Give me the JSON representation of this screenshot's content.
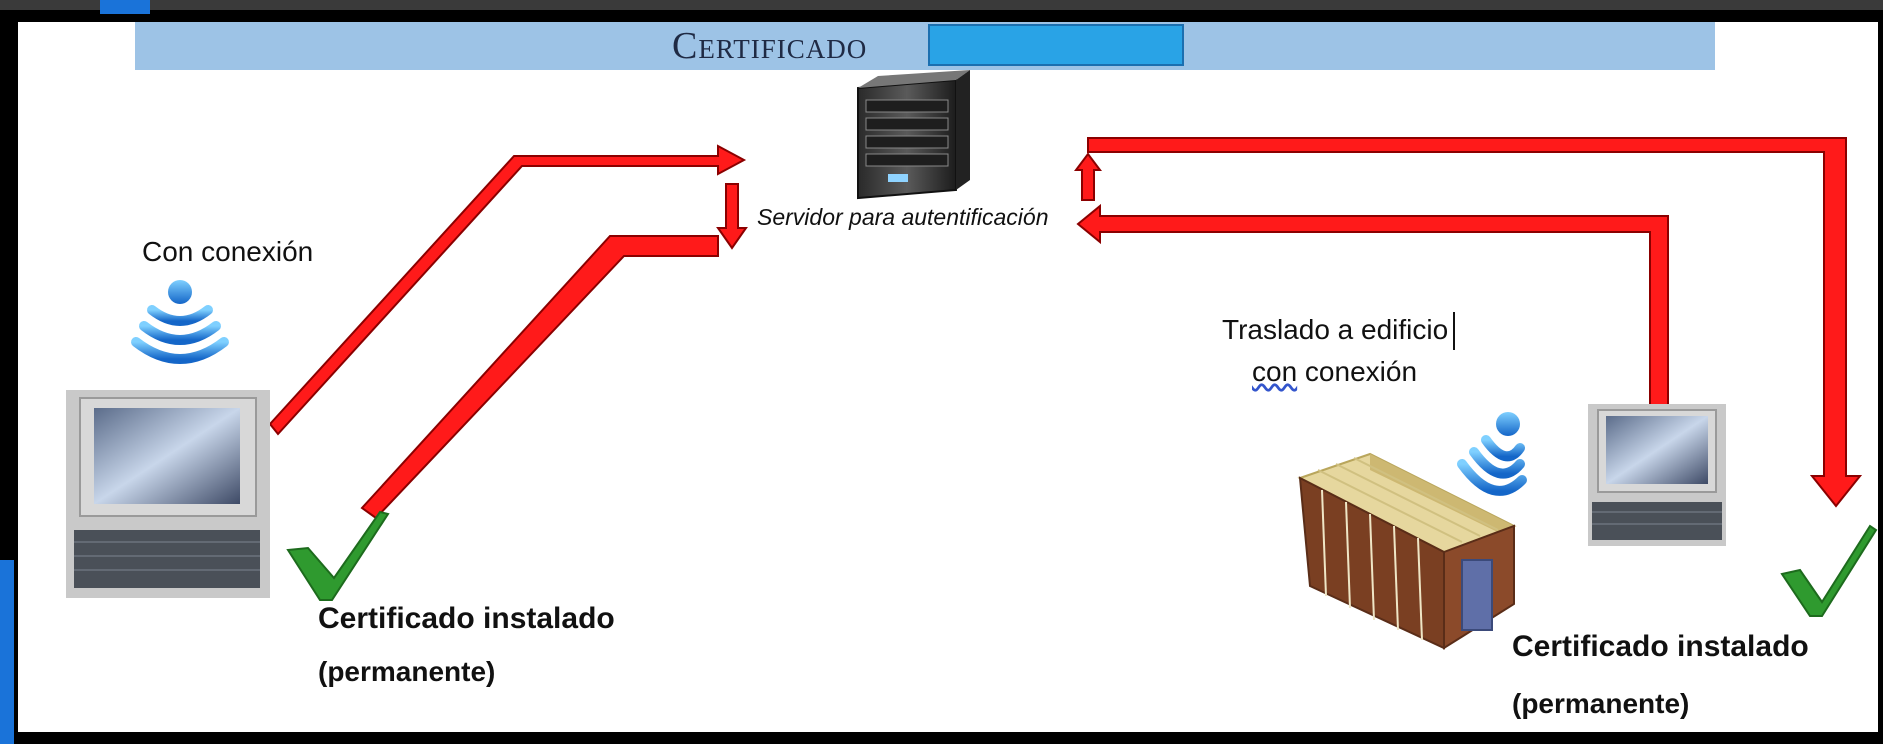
{
  "title": {
    "text": "Certificado"
  },
  "server": {
    "label": "Servidor para autentificación",
    "icon": "server-icon"
  },
  "left": {
    "connection_label": "Con conexión",
    "cert_line1": "Certificado instalado",
    "cert_line2": "(permanente)",
    "icons": [
      "wifi-icon",
      "laptop-icon",
      "checkmark-icon"
    ]
  },
  "right": {
    "move_label_line1": "Traslado a edificio",
    "move_label_line2_a": "con",
    "move_label_line2_b": " conexión",
    "cert_line1": "Certificado instalado",
    "cert_line2": "(permanente)",
    "icons": [
      "building-icon",
      "wifi-icon",
      "laptop-icon",
      "checkmark-icon"
    ]
  },
  "colors": {
    "arrow_fill": "#ff1a1a",
    "arrow_stroke": "#8b0000",
    "title_band": "#9dc3e6",
    "title_box": "#29a3e6",
    "check": "#2f9a2f"
  }
}
